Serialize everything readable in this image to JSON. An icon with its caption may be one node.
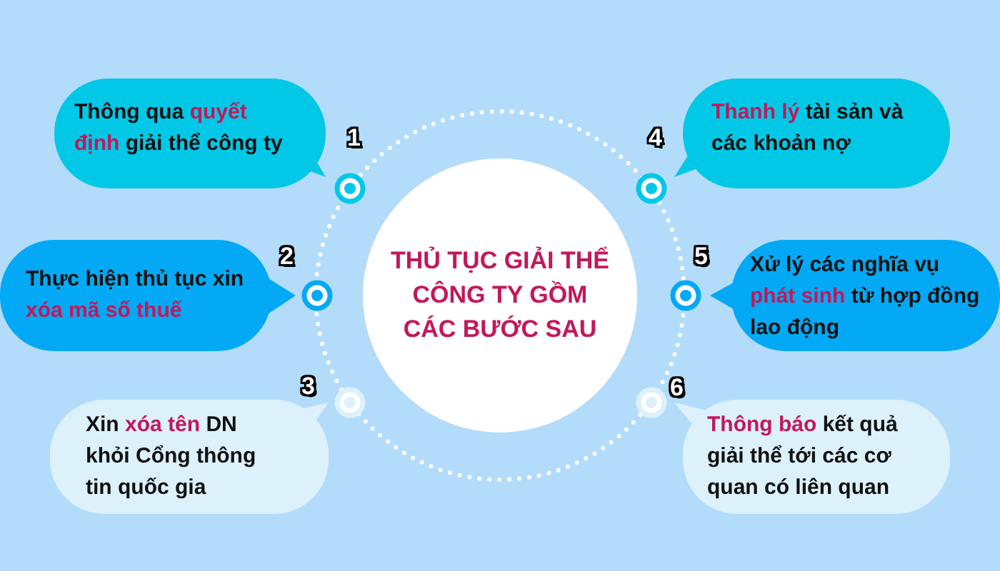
{
  "diagram": {
    "nodes": [
      {
        "text": [
          "THỦ TỤC GIẢI THỂ CÔNG TY GỒM CÁC BƯỚC SAU"
        ]
      },
      {
        "text": [
          "Thông qua **quyết định** giải thể công ty"
        ],
        "beside": [
          "1"
        ]
      },
      {
        "text": [
          "Thực hiện thủ tục xin **xóa mã số thuế**"
        ],
        "beside": [
          "2"
        ]
      },
      {
        "text": [
          "Xin **xóa tên** DN khỏi Cổng thông tin quốc gia"
        ],
        "beside": [
          "3"
        ]
      },
      {
        "text": [
          "**Thanh lý** tài sản và các khoản nợ"
        ],
        "beside": [
          "4"
        ]
      },
      {
        "text": [
          "Xử lý các nghĩa vụ **phát sinh** từ hợp đồng lao động"
        ],
        "beside": [
          "5"
        ]
      },
      {
        "text": [
          "**Thông báo** kết quả giải thể tới các cơ quan có liên quan"
        ],
        "beside": [
          "6"
        ]
      }
    ]
  }
}
